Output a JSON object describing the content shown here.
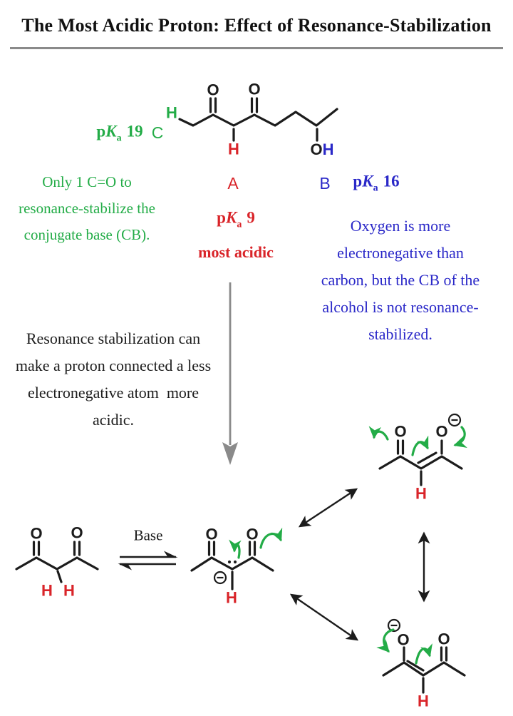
{
  "header": {
    "title": "The Most Acidic Proton: Effect of Resonance-Stabilization"
  },
  "palette": {
    "ink": "#1c1c1c",
    "green": "#23ac47",
    "red": "#d92429",
    "blue": "#2a28c8",
    "gray": "#8a8a8a"
  },
  "molecule": {
    "h_site_c": "H",
    "site_c": "C",
    "o_left": "O",
    "o_right": "O",
    "h_site_a": "H",
    "oh_o": "O",
    "oh_h": "H",
    "site_a": "A",
    "site_b": "B"
  },
  "pka": {
    "p": "p",
    "k": "K",
    "sub": "a",
    "site_c_value": "19",
    "site_a_value": "9",
    "site_b_value": "16",
    "most_acidic": "most acidic"
  },
  "notes": {
    "green": [
      "Only 1 C=O to",
      "resonance-stabilize the",
      "conjugate base (CB)."
    ],
    "blue": [
      "Oxygen is more",
      "electronegative than",
      "carbon, but the CB of the",
      "alcohol is not resonance-",
      "stabilized."
    ],
    "black": [
      "Resonance stabilization can",
      "make a proton connected a less",
      "electronegative atom  more",
      "acidic."
    ]
  },
  "mechanism": {
    "base_label": "Base",
    "diketone": {
      "o_left": "O",
      "o_right": "O",
      "h_left": "H",
      "h_right": "H"
    },
    "anion": {
      "o_left": "O",
      "o_right": "O",
      "h": "H"
    },
    "enolate_top": {
      "o_left": "O",
      "o_right": "O",
      "h": "H"
    },
    "enolate_bottom": {
      "o_left": "O",
      "o_right": "O",
      "h": "H"
    }
  }
}
